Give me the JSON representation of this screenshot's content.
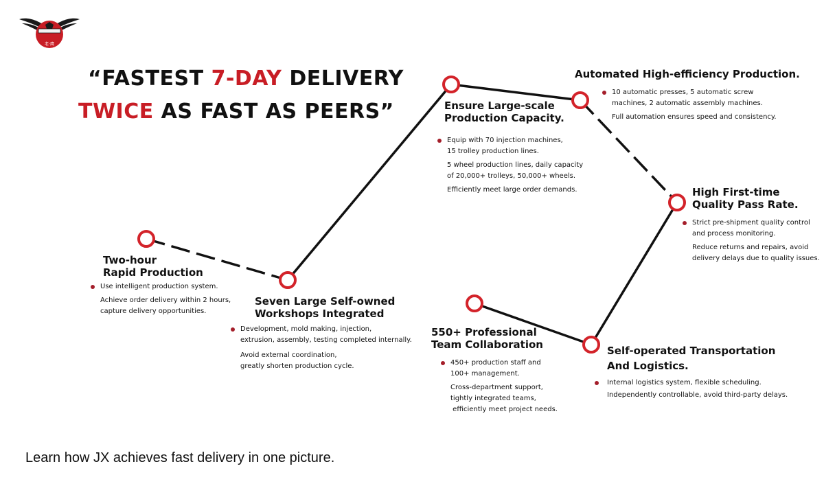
{
  "headline": {
    "line1_pre": "“FASTEST ",
    "line1_accent": "7-DAY",
    "line1_post": " DELIVERY",
    "line2_accent": "TWICE",
    "line2_post": " AS FAST AS PEERS”"
  },
  "nodes": [
    {
      "title": [
        "Two-hour",
        "Rapid Production"
      ],
      "bullet": [
        "Use intelligent production system."
      ],
      "paras": [
        [
          "Achieve order delivery within 2 hours,",
          "capture delivery opportunities."
        ]
      ]
    },
    {
      "title": [
        "Seven Large Self-owned",
        "Workshops Integrated"
      ],
      "bullet": [
        "Development, mold making, injection,",
        "extrusion, assembly, testing completed internally."
      ],
      "paras": [
        [
          "Avoid external coordination,",
          "greatly shorten production cycle."
        ]
      ]
    },
    {
      "title": [
        "Ensure Large-scale",
        "Production Capacity."
      ],
      "bullet": [
        "Equip with 70 injection machines,",
        "15 trolley production lines."
      ],
      "paras": [
        [
          "5 wheel production lines, daily capacity",
          "of 20,000+ trolleys, 50,000+ wheels."
        ],
        [
          "Efficiently meet large order demands."
        ]
      ]
    },
    {
      "title": [
        "Automated High-efficiency Production."
      ],
      "bullet": [
        "10 automatic presses, 5 automatic screw",
        "machines, 2 automatic assembly machines."
      ],
      "paras": [
        [
          "Full automation ensures speed and consistency."
        ]
      ]
    },
    {
      "title": [
        "High First-time",
        "Quality Pass Rate."
      ],
      "bullet": [
        "Strict pre-shipment quality control",
        "and process monitoring."
      ],
      "paras": [
        [
          "Reduce returns and repairs, avoid",
          "delivery delays due to quality issues."
        ]
      ]
    },
    {
      "title": [
        "Self-operated Transportation",
        "And Logistics."
      ],
      "bullet": [
        "Internal logistics system, flexible scheduling."
      ],
      "paras": [
        [
          "Independently controllable, avoid third-party delays."
        ]
      ]
    },
    {
      "title": [
        "550+ Professional",
        "Team Collaboration"
      ],
      "bullet": [
        "450+ production staff and",
        "100+ management."
      ],
      "paras": [
        [
          "Cross-department support,",
          "tightly integrated teams,",
          " efficiently meet project needs."
        ]
      ]
    }
  ],
  "caption": "Learn how JX achieves fast delivery in one picture.",
  "colors": {
    "accent": "#c81d25",
    "node_ring": "#d3232a",
    "bullet": "#a41e2a",
    "line": "#111111"
  },
  "logo": {
    "icon": "eagle-emblem-icon",
    "text": "老·鹰"
  }
}
